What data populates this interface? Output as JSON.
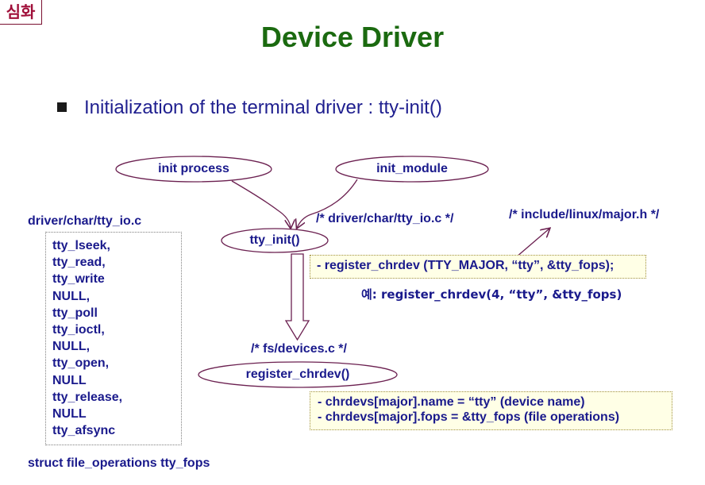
{
  "corner_tag": "심화",
  "title": "Device Driver",
  "bullet": "Initialization of the terminal driver : tty-init()",
  "nodes": {
    "init_process": "init process",
    "init_module": "init_module",
    "tty_init": "tty_init()",
    "register_chrdev": "register_chrdev()"
  },
  "comments": {
    "tty_io": "/* driver/char/tty_io.c */",
    "major_h": "/* include/linux/major.h */",
    "fs_devices": "/* fs/devices.c */"
  },
  "file_label": "driver/char/tty_io.c",
  "fops_items": [
    "tty_lseek,",
    "tty_read,",
    "tty_write",
    "NULL,",
    "tty_poll",
    "tty_ioctl,",
    "NULL,",
    "tty_open,",
    "NULL",
    "tty_release,",
    "NULL",
    "tty_afsync"
  ],
  "struct_label": "struct file_operations tty_fops",
  "register_call": "- register_chrdev (TTY_MAJOR, “tty”, &tty_fops);",
  "example": "예: register_chrdev(4, “tty”, &tty_fops)",
  "chrdevs_lines": [
    "- chrdevs[major].name = “tty” (device name)",
    "- chrdevs[major].fops = &tty_fops (file operations)"
  ],
  "colors": {
    "title": "#1b6a10",
    "text": "#1a1a8c",
    "tag": "#a0103a",
    "note_bg": "#ffffe6"
  }
}
